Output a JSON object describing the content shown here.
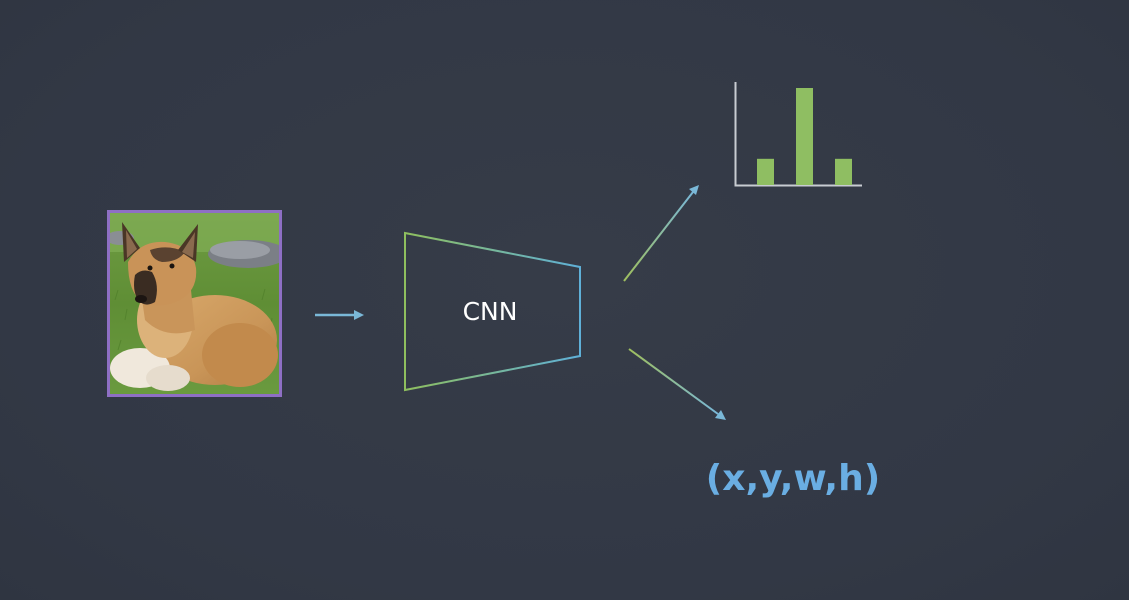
{
  "colors": {
    "background": "#343a46",
    "photo_border": "#8e6fc4",
    "arrow_blue": "#7ab8d8",
    "cnn_stroke_green": "#8fbf5e",
    "cnn_stroke_blue": "#5fb0d8",
    "bar_fill": "#8fbe62",
    "axis": "#c8ccd2",
    "bbox_text": "#6aaee3"
  },
  "input_image": {
    "subject": "german-shepherd-dog-photo"
  },
  "cnn": {
    "label": "CNN"
  },
  "class_scores": {
    "values": [
      0.27,
      1.0,
      0.27
    ]
  },
  "bbox_output": {
    "label": "(x,y,w,h)"
  }
}
